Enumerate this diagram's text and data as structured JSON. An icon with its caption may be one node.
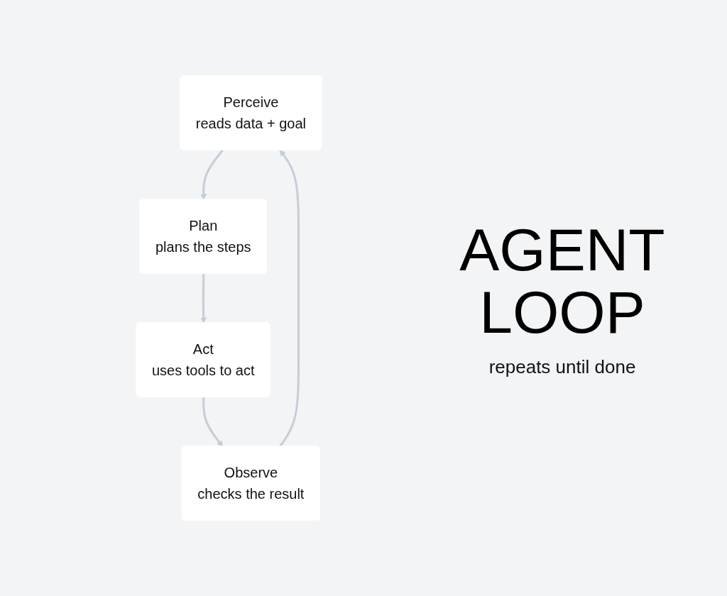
{
  "diagram": {
    "nodes": [
      {
        "text": [
          "Perceive",
          "reads data + goal"
        ]
      },
      {
        "text": [
          "Plan",
          "plans the steps"
        ]
      },
      {
        "text": [
          "Act",
          "uses tools to act"
        ]
      },
      {
        "text": [
          "Observe",
          "checks the result"
        ]
      }
    ],
    "edges": [
      {
        "from": 0,
        "to": 1,
        "arrow": "to"
      },
      {
        "from": 1,
        "to": 2,
        "arrow": "to"
      },
      {
        "from": 2,
        "to": 3,
        "arrow": "to"
      },
      {
        "from": 3,
        "to": 0,
        "arrow": "to"
      }
    ],
    "labels": [
      "AGENT LOOP",
      "repeats until done"
    ]
  }
}
